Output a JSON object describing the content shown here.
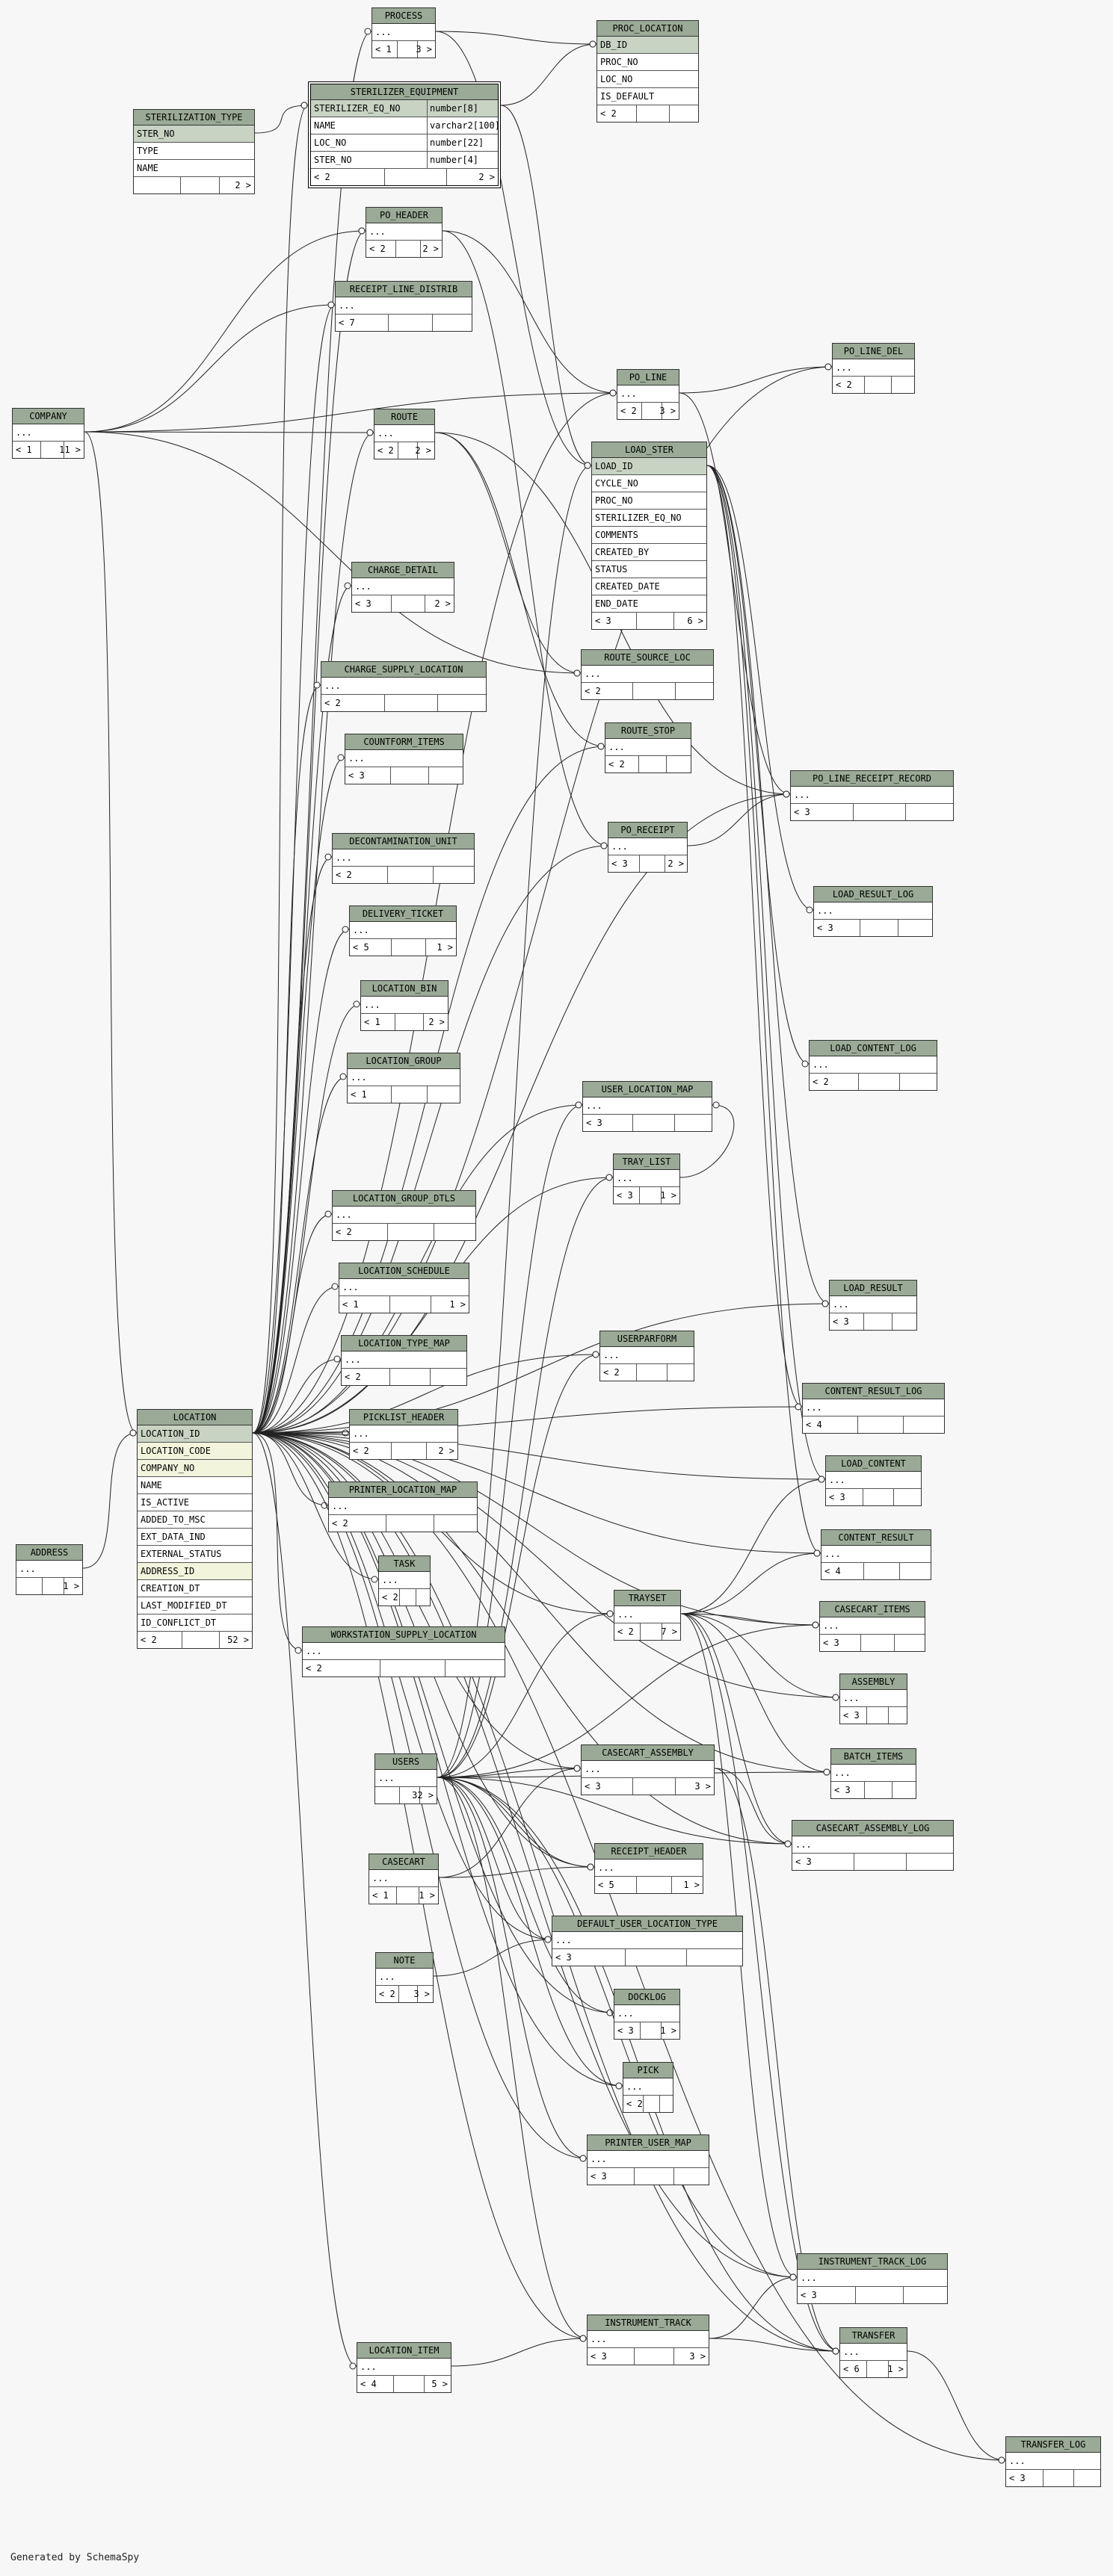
{
  "footer": "Generated by SchemaSpy",
  "tables": [
    {
      "id": "PROCESS",
      "rows": [
        "..."
      ],
      "foot": [
        "< 1",
        "3 >"
      ]
    },
    {
      "id": "PROC_LOCATION",
      "rows": [
        "DB_ID",
        "PROC_NO",
        "LOC_NO",
        "IS_DEFAULT"
      ],
      "pk": [
        0
      ],
      "foot": [
        "< 2",
        ""
      ]
    },
    {
      "id": "STERILIZER_EQUIPMENT",
      "focus": true,
      "rows": [
        "STERILIZER_EQ_NO",
        "NAME",
        "LOC_NO",
        "STER_NO"
      ],
      "types": [
        "number[8]",
        "varchar2[100]",
        "number[22]",
        "number[4]"
      ],
      "pk": [
        0
      ],
      "foot": [
        "< 2",
        "2 >"
      ]
    },
    {
      "id": "STERILIZATION_TYPE",
      "rows": [
        "STER_NO",
        "TYPE",
        "NAME"
      ],
      "pk": [
        0
      ],
      "foot": [
        "",
        "2 >"
      ]
    },
    {
      "id": "PO_HEADER",
      "rows": [
        "..."
      ],
      "foot": [
        "< 2",
        "2 >"
      ]
    },
    {
      "id": "RECEIPT_LINE_DISTRIB",
      "rows": [
        "..."
      ],
      "foot": [
        "< 7",
        ""
      ]
    },
    {
      "id": "PO_LINE_DEL",
      "rows": [
        "..."
      ],
      "foot": [
        "< 2",
        ""
      ]
    },
    {
      "id": "PO_LINE",
      "rows": [
        "..."
      ],
      "foot": [
        "< 2",
        "3 >"
      ]
    },
    {
      "id": "COMPANY",
      "rows": [
        "..."
      ],
      "foot": [
        "< 1",
        "11 >"
      ]
    },
    {
      "id": "ROUTE",
      "rows": [
        "..."
      ],
      "foot": [
        "< 2",
        "2 >"
      ]
    },
    {
      "id": "LOAD_STER",
      "rows": [
        "LOAD_ID",
        "CYCLE_NO",
        "PROC_NO",
        "STERILIZER_EQ_NO",
        "COMMENTS",
        "CREATED_BY",
        "STATUS",
        "CREATED_DATE",
        "END_DATE"
      ],
      "pk": [
        0
      ],
      "foot": [
        "< 3",
        "6 >"
      ]
    },
    {
      "id": "CHARGE_DETAIL",
      "rows": [
        "..."
      ],
      "foot": [
        "< 3",
        "2 >"
      ]
    },
    {
      "id": "ROUTE_SOURCE_LOC",
      "rows": [
        "..."
      ],
      "foot": [
        "< 2",
        ""
      ]
    },
    {
      "id": "CHARGE_SUPPLY_LOCATION",
      "rows": [
        "..."
      ],
      "foot": [
        "< 2",
        ""
      ]
    },
    {
      "id": "COUNTFORM_ITEMS",
      "rows": [
        "..."
      ],
      "foot": [
        "< 3",
        ""
      ]
    },
    {
      "id": "ROUTE_STOP",
      "rows": [
        "..."
      ],
      "foot": [
        "< 2",
        ""
      ]
    },
    {
      "id": "PO_LINE_RECEIPT_RECORD",
      "rows": [
        "..."
      ],
      "foot": [
        "< 3",
        ""
      ]
    },
    {
      "id": "PO_RECEIPT",
      "rows": [
        "..."
      ],
      "foot": [
        "< 3",
        "2 >"
      ]
    },
    {
      "id": "DECONTAMINATION_UNIT",
      "rows": [
        "..."
      ],
      "foot": [
        "< 2",
        ""
      ]
    },
    {
      "id": "LOAD_RESULT_LOG",
      "rows": [
        "..."
      ],
      "foot": [
        "< 3",
        ""
      ]
    },
    {
      "id": "DELIVERY_TICKET",
      "rows": [
        "..."
      ],
      "foot": [
        "< 5",
        "1 >"
      ]
    },
    {
      "id": "LOCATION_BIN",
      "rows": [
        "..."
      ],
      "foot": [
        "< 1",
        "2 >"
      ]
    },
    {
      "id": "LOAD_CONTENT_LOG",
      "rows": [
        "..."
      ],
      "foot": [
        "< 2",
        ""
      ]
    },
    {
      "id": "LOCATION_GROUP",
      "rows": [
        "..."
      ],
      "foot": [
        "< 1",
        ""
      ]
    },
    {
      "id": "USER_LOCATION_MAP",
      "rows": [
        "..."
      ],
      "foot": [
        "< 3",
        ""
      ]
    },
    {
      "id": "TRAY_LIST",
      "rows": [
        "..."
      ],
      "foot": [
        "< 3",
        "1 >"
      ]
    },
    {
      "id": "LOCATION_GROUP_DTLS",
      "rows": [
        "..."
      ],
      "foot": [
        "< 2",
        ""
      ]
    },
    {
      "id": "LOCATION_SCHEDULE",
      "rows": [
        "..."
      ],
      "foot": [
        "< 1",
        "1 >"
      ]
    },
    {
      "id": "LOAD_RESULT",
      "rows": [
        "..."
      ],
      "foot": [
        "< 3",
        ""
      ]
    },
    {
      "id": "USERPARFORM",
      "rows": [
        "..."
      ],
      "foot": [
        "< 2",
        ""
      ]
    },
    {
      "id": "LOCATION_TYPE_MAP",
      "rows": [
        "..."
      ],
      "foot": [
        "< 2",
        ""
      ]
    },
    {
      "id": "CONTENT_RESULT_LOG",
      "rows": [
        "..."
      ],
      "foot": [
        "< 4",
        ""
      ]
    },
    {
      "id": "LOCATION",
      "rows": [
        "LOCATION_ID",
        "LOCATION_CODE",
        "COMPANY_NO",
        "NAME",
        "IS_ACTIVE",
        "ADDED_TO_MSC",
        "EXT_DATA_IND",
        "EXTERNAL_STATUS",
        "ADDRESS_ID",
        "CREATION_DT",
        "LAST_MODIFIED_DT",
        "ID_CONFLICT_DT"
      ],
      "pk": [
        0
      ],
      "fk": [
        1,
        2,
        8
      ],
      "foot": [
        "< 2",
        "52 >"
      ]
    },
    {
      "id": "PICKLIST_HEADER",
      "rows": [
        "..."
      ],
      "foot": [
        "< 2",
        "2 >"
      ]
    },
    {
      "id": "LOAD_CONTENT",
      "rows": [
        "..."
      ],
      "foot": [
        "< 3",
        ""
      ]
    },
    {
      "id": "PRINTER_LOCATION_MAP",
      "rows": [
        "..."
      ],
      "foot": [
        "< 2",
        ""
      ]
    },
    {
      "id": "CONTENT_RESULT",
      "rows": [
        "..."
      ],
      "foot": [
        "< 4",
        ""
      ]
    },
    {
      "id": "ADDRESS",
      "rows": [
        "..."
      ],
      "foot": [
        "",
        "1 >"
      ]
    },
    {
      "id": "TASK",
      "rows": [
        "..."
      ],
      "foot": [
        "< 2",
        ""
      ]
    },
    {
      "id": "TRAYSET",
      "rows": [
        "..."
      ],
      "foot": [
        "< 2",
        "7 >"
      ]
    },
    {
      "id": "CASECART_ITEMS",
      "rows": [
        "..."
      ],
      "foot": [
        "< 3",
        ""
      ]
    },
    {
      "id": "WORKSTATION_SUPPLY_LOCATION",
      "rows": [
        "..."
      ],
      "foot": [
        "< 2",
        ""
      ]
    },
    {
      "id": "ASSEMBLY",
      "rows": [
        "..."
      ],
      "foot": [
        "< 3",
        ""
      ]
    },
    {
      "id": "USERS",
      "rows": [
        "..."
      ],
      "foot": [
        "",
        "32 >"
      ]
    },
    {
      "id": "CASECART_ASSEMBLY",
      "rows": [
        "..."
      ],
      "foot": [
        "< 3",
        "3 >"
      ]
    },
    {
      "id": "BATCH_ITEMS",
      "rows": [
        "..."
      ],
      "foot": [
        "< 3",
        ""
      ]
    },
    {
      "id": "CASECART_ASSEMBLY_LOG",
      "rows": [
        "..."
      ],
      "foot": [
        "< 3",
        ""
      ]
    },
    {
      "id": "CASECART",
      "rows": [
        "..."
      ],
      "foot": [
        "< 1",
        "1 >"
      ]
    },
    {
      "id": "RECEIPT_HEADER",
      "rows": [
        "..."
      ],
      "foot": [
        "< 5",
        "1 >"
      ]
    },
    {
      "id": "DEFAULT_USER_LOCATION_TYPE",
      "rows": [
        "..."
      ],
      "foot": [
        "< 3",
        ""
      ]
    },
    {
      "id": "NOTE",
      "rows": [
        "..."
      ],
      "foot": [
        "< 2",
        "3 >"
      ]
    },
    {
      "id": "DOCKLOG",
      "rows": [
        "..."
      ],
      "foot": [
        "< 3",
        "1 >"
      ]
    },
    {
      "id": "PICK",
      "rows": [
        "..."
      ],
      "foot": [
        "< 2",
        ""
      ]
    },
    {
      "id": "PRINTER_USER_MAP",
      "rows": [
        "..."
      ],
      "foot": [
        "< 3",
        ""
      ]
    },
    {
      "id": "INSTRUMENT_TRACK_LOG",
      "rows": [
        "..."
      ],
      "foot": [
        "< 3",
        ""
      ]
    },
    {
      "id": "LOCATION_ITEM",
      "rows": [
        "..."
      ],
      "foot": [
        "< 4",
        "5 >"
      ]
    },
    {
      "id": "INSTRUMENT_TRACK",
      "rows": [
        "..."
      ],
      "foot": [
        "< 3",
        "3 >"
      ]
    },
    {
      "id": "TRANSFER",
      "rows": [
        "..."
      ],
      "foot": [
        "< 6",
        "1 >"
      ]
    },
    {
      "id": "TRANSFER_LOG",
      "rows": [
        "..."
      ],
      "foot": [
        "< 3",
        ""
      ]
    }
  ],
  "edges": [
    [
      "PROCESS",
      "PROC_LOCATION"
    ],
    [
      "PROCESS",
      "LOAD_STER"
    ],
    [
      "STERILIZER_EQUIPMENT",
      "PROC_LOCATION"
    ],
    [
      "STERILIZATION_TYPE",
      "STERILIZER_EQUIPMENT"
    ],
    [
      "LOCATION",
      "STERILIZER_EQUIPMENT"
    ],
    [
      "LOCATION",
      "PROCESS"
    ],
    [
      "STERILIZER_EQUIPMENT",
      "LOAD_STER"
    ],
    [
      "COMPANY",
      "LOCATION"
    ],
    [
      "COMPANY",
      "PO_HEADER"
    ],
    [
      "COMPANY",
      "RECEIPT_LINE_DISTRIB"
    ],
    [
      "COMPANY",
      "ROUTE"
    ],
    [
      "COMPANY",
      "PO_LINE"
    ],
    [
      "COMPANY",
      "ROUTE_SOURCE_LOC"
    ],
    [
      "PO_HEADER",
      "PO_LINE"
    ],
    [
      "PO_HEADER",
      "PO_RECEIPT"
    ],
    [
      "PO_LINE",
      "PO_LINE_DEL"
    ],
    [
      "PO_LINE",
      "PO_LINE_RECEIPT_RECORD"
    ],
    [
      "PO_RECEIPT",
      "PO_LINE_RECEIPT_RECORD"
    ],
    [
      "ROUTE",
      "ROUTE_STOP"
    ],
    [
      "ROUTE",
      "ROUTE_SOURCE_LOC"
    ],
    [
      "ADDRESS",
      "LOCATION"
    ],
    [
      "LOCATION",
      "PO_HEADER"
    ],
    [
      "LOCATION",
      "RECEIPT_LINE_DISTRIB"
    ],
    [
      "LOCATION",
      "ROUTE"
    ],
    [
      "LOCATION",
      "CHARGE_DETAIL"
    ],
    [
      "LOCATION",
      "CHARGE_SUPPLY_LOCATION"
    ],
    [
      "LOCATION",
      "COUNTFORM_ITEMS"
    ],
    [
      "LOCATION",
      "DECONTAMINATION_UNIT"
    ],
    [
      "LOCATION",
      "DELIVERY_TICKET"
    ],
    [
      "LOCATION",
      "LOCATION_BIN"
    ],
    [
      "LOCATION",
      "LOCATION_GROUP"
    ],
    [
      "LOCATION",
      "LOCATION_GROUP_DTLS"
    ],
    [
      "LOCATION",
      "LOCATION_SCHEDULE"
    ],
    [
      "LOCATION",
      "LOCATION_TYPE_MAP"
    ],
    [
      "LOCATION",
      "PICKLIST_HEADER"
    ],
    [
      "LOCATION",
      "PRINTER_LOCATION_MAP"
    ],
    [
      "LOCATION",
      "TASK"
    ],
    [
      "LOCATION",
      "WORKSTATION_SUPPLY_LOCATION"
    ],
    [
      "LOCATION",
      "LOCATION_ITEM"
    ],
    [
      "LOCATION",
      "PO_LINE_DEL"
    ],
    [
      "LOCATION",
      "PO_LINE"
    ],
    [
      "LOCATION",
      "ROUTE_STOP"
    ],
    [
      "LOCATION",
      "PO_RECEIPT"
    ],
    [
      "LOCATION",
      "USER_LOCATION_MAP"
    ],
    [
      "LOCATION",
      "TRAY_LIST"
    ],
    [
      "LOCATION",
      "USERPARFORM"
    ],
    [
      "LOCATION",
      "TRAYSET"
    ],
    [
      "LOCATION",
      "CASECART_ASSEMBLY"
    ],
    [
      "LOCATION",
      "RECEIPT_HEADER"
    ],
    [
      "LOCATION",
      "DEFAULT_USER_LOCATION_TYPE"
    ],
    [
      "LOCATION",
      "DOCKLOG"
    ],
    [
      "LOCATION",
      "PICK"
    ],
    [
      "LOCATION",
      "PRINTER_USER_MAP"
    ],
    [
      "LOCATION",
      "INSTRUMENT_TRACK"
    ],
    [
      "LOCATION",
      "TRANSFER"
    ],
    [
      "LOCATION",
      "TRANSFER_LOG"
    ],
    [
      "LOCATION",
      "INSTRUMENT_TRACK_LOG"
    ],
    [
      "LOCATION",
      "CONTENT_RESULT_LOG"
    ],
    [
      "LOCATION",
      "LOAD_CONTENT"
    ],
    [
      "LOCATION",
      "CONTENT_RESULT"
    ],
    [
      "LOCATION",
      "CASECART_ITEMS"
    ],
    [
      "LOCATION",
      "ASSEMBLY"
    ],
    [
      "LOCATION",
      "BATCH_ITEMS"
    ],
    [
      "LOCATION",
      "CASECART_ASSEMBLY_LOG"
    ],
    [
      "LOCATION",
      "LOAD_RESULT"
    ],
    [
      "LOCATION",
      "PO_LINE_RECEIPT_RECORD"
    ],
    [
      "LOAD_STER",
      "LOAD_RESULT_LOG"
    ],
    [
      "LOAD_STER",
      "LOAD_CONTENT_LOG"
    ],
    [
      "LOAD_STER",
      "LOAD_RESULT"
    ],
    [
      "LOAD_STER",
      "LOAD_CONTENT"
    ],
    [
      "LOAD_STER",
      "CONTENT_RESULT"
    ],
    [
      "LOAD_STER",
      "CONTENT_RESULT_LOG"
    ],
    [
      "USERS",
      "USER_LOCATION_MAP"
    ],
    [
      "USERS",
      "TRAY_LIST"
    ],
    [
      "USERS",
      "USERPARFORM"
    ],
    [
      "USERS",
      "TRAYSET"
    ],
    [
      "USERS",
      "CASECART_ASSEMBLY"
    ],
    [
      "USERS",
      "RECEIPT_HEADER"
    ],
    [
      "USERS",
      "DEFAULT_USER_LOCATION_TYPE"
    ],
    [
      "USERS",
      "DOCKLOG"
    ],
    [
      "USERS",
      "PICK"
    ],
    [
      "USERS",
      "PRINTER_USER_MAP"
    ],
    [
      "USERS",
      "INSTRUMENT_TRACK"
    ],
    [
      "USERS",
      "TRANSFER"
    ],
    [
      "USERS",
      "LOAD_STER"
    ],
    [
      "USERS",
      "CASECART_ITEMS"
    ],
    [
      "USERS",
      "CASECART_ASSEMBLY_LOG"
    ],
    [
      "USERS",
      "INSTRUMENT_TRACK_LOG"
    ],
    [
      "USERS",
      "BATCH_ITEMS"
    ],
    [
      "CASECART",
      "RECEIPT_HEADER"
    ],
    [
      "CASECART",
      "CASECART_ASSEMBLY"
    ],
    [
      "NOTE",
      "DEFAULT_USER_LOCATION_TYPE"
    ],
    [
      "TRAYSET",
      "CASECART_ITEMS"
    ],
    [
      "TRAYSET",
      "ASSEMBLY"
    ],
    [
      "TRAYSET",
      "BATCH_ITEMS"
    ],
    [
      "TRAYSET",
      "LOAD_CONTENT"
    ],
    [
      "TRAYSET",
      "CONTENT_RESULT"
    ],
    [
      "TRAYSET",
      "CASECART_ASSEMBLY_LOG"
    ],
    [
      "TRAYSET",
      "INSTRUMENT_TRACK_LOG"
    ],
    [
      "TRAYSET",
      "TRANSFER"
    ],
    [
      "CASECART_ASSEMBLY",
      "CASECART_ASSEMBLY_LOG"
    ],
    [
      "CASECART_ASSEMBLY",
      "TRANSFER"
    ],
    [
      "INSTRUMENT_TRACK",
      "INSTRUMENT_TRACK_LOG"
    ],
    [
      "INSTRUMENT_TRACK",
      "TRANSFER"
    ],
    [
      "LOCATION_ITEM",
      "INSTRUMENT_TRACK"
    ],
    [
      "TRANSFER",
      "TRANSFER_LOG"
    ],
    [
      "ROUTE",
      "PO_LINE_RECEIPT_RECORD"
    ],
    [
      "TRAY_LIST",
      "USER_LOCATION_MAP"
    ]
  ]
}
